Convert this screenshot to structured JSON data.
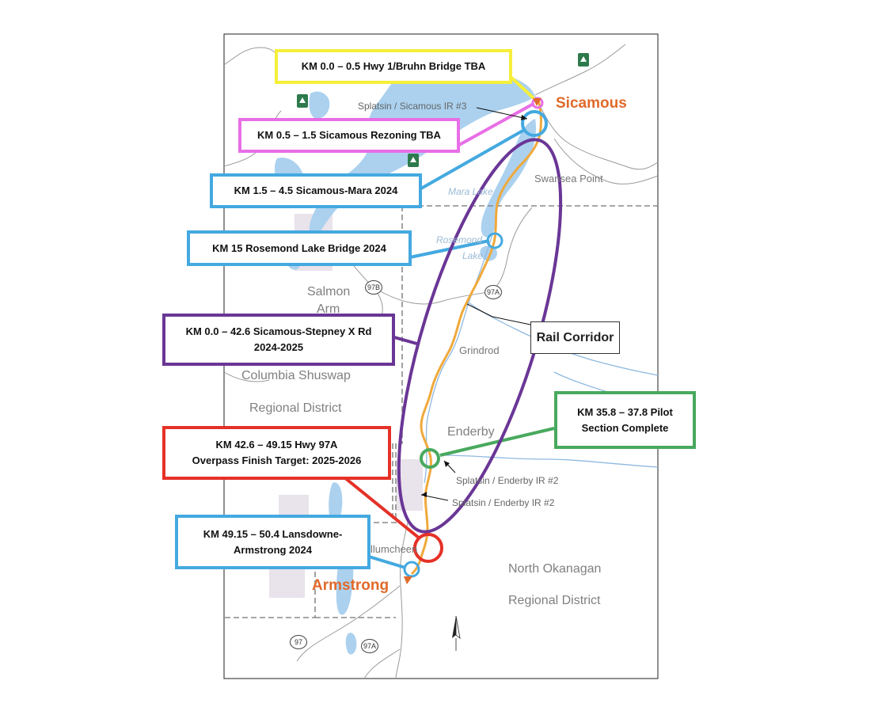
{
  "colors": {
    "yellow": "#f5ef3a",
    "pink": "#e86ee6",
    "blue": "#44a9e0",
    "purple": "#6a3696",
    "red": "#e53127",
    "green": "#49a95e",
    "rail": "#f0a93b",
    "water": "#abd1ef",
    "boundary": "#8a8a8a",
    "town": "#e06a2a",
    "reserve": "#e9e3ec"
  },
  "callouts": [
    {
      "id": "km-0-0-5",
      "lines": [
        "KM 0.0 – 0.5 Hwy 1/Bruhn Bridge TBA"
      ],
      "color": "yellow"
    },
    {
      "id": "km-0-5-1-5",
      "lines": [
        "KM 0.5 – 1.5 Sicamous Rezoning TBA"
      ],
      "color": "pink"
    },
    {
      "id": "km-1-5-4-5",
      "lines": [
        "KM 1.5 – 4.5 Sicamous-Mara 2024"
      ],
      "color": "blue"
    },
    {
      "id": "km-15",
      "lines": [
        "KM 15 Rosemond Lake Bridge 2024"
      ],
      "color": "blue"
    },
    {
      "id": "km-0-42-6",
      "lines": [
        "KM 0.0 – 42.6 Sicamous-Stepney X Rd",
        "2024-2025"
      ],
      "color": "purple"
    },
    {
      "id": "km-35-8",
      "lines": [
        "KM 35.8 – 37.8 Pilot",
        "Section Complete"
      ],
      "color": "green"
    },
    {
      "id": "km-42-6-49-15",
      "lines": [
        "KM 42.6 – 49.15 Hwy 97A",
        "Overpass Finish Target: 2025-2026"
      ],
      "color": "red"
    },
    {
      "id": "km-49-15-50-4",
      "lines": [
        "KM 49.15 – 50.4 Lansdowne-",
        "Armstrong 2024"
      ],
      "color": "blue"
    }
  ],
  "rail_corridor_label": "Rail Corridor",
  "places": {
    "sicamous": "Sicamous",
    "armstrong": "Armstrong",
    "splatsin_sicamous": "Splatsin / Sicamous IR #3",
    "swansea_point": "Swansea Point",
    "mara_lake": "Mara Lake",
    "rosemond_1": "Rosemond",
    "rosemond_2": "Lake",
    "salmon_1": "Salmon",
    "salmon_2": "Arm",
    "grindrod": "Grindrod",
    "csrd_1": "Columbia Shuswap",
    "csrd_2": "Regional District",
    "enderby": "Enderby",
    "splatsin_enderby_a": "Splatsin / Enderby IR #2",
    "splatsin_enderby_b": "Splatsin / Enderby IR #2",
    "spallumcheen": "llumcheen",
    "nord_1": "North Okanagan",
    "nord_2": "Regional District"
  },
  "highway_shields": {
    "h97b": "97B",
    "h97a_mid": "97A",
    "h97": "97",
    "h97a_south": "97A"
  },
  "icons": [
    "park-icon",
    "north-arrow-icon"
  ]
}
